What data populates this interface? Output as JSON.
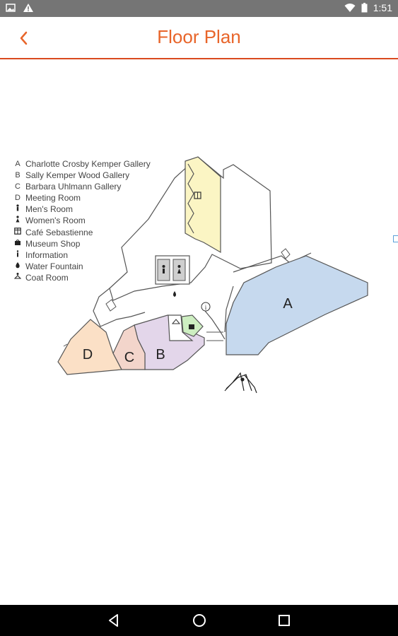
{
  "status_bar": {
    "time": "1:51",
    "left_icons": [
      "image-icon",
      "warning-icon"
    ],
    "right_icons": [
      "wifi-icon",
      "battery-icon"
    ]
  },
  "app_bar": {
    "back_icon": "chevron-left-icon",
    "title": "Floor Plan"
  },
  "legend": [
    {
      "symbol": "A",
      "label": "Charlotte Crosby Kemper Gallery"
    },
    {
      "symbol": "B",
      "label": "Sally Kemper Wood Gallery"
    },
    {
      "symbol": "C",
      "label": "Barbara Uhlmann Gallery"
    },
    {
      "symbol": "D",
      "label": "Meeting Room"
    },
    {
      "symbol": "men-icon",
      "label": "Men's Room"
    },
    {
      "symbol": "women-icon",
      "label": "Women's Room"
    },
    {
      "symbol": "cafe-icon",
      "label": "Café Sebastienne"
    },
    {
      "symbol": "shop-icon",
      "label": "Museum Shop"
    },
    {
      "symbol": "info-icon",
      "label": "Information"
    },
    {
      "symbol": "water-icon",
      "label": "Water Fountain"
    },
    {
      "symbol": "coat-icon",
      "label": "Coat Room"
    }
  ],
  "map": {
    "rooms": [
      {
        "id": "A",
        "label": "A",
        "color": "#c6d9ee"
      },
      {
        "id": "B",
        "label": "B",
        "color": "#e3d6ea"
      },
      {
        "id": "C",
        "label": "C",
        "color": "#f3d5cb"
      },
      {
        "id": "D",
        "label": "D",
        "color": "#fbe0c6"
      }
    ],
    "cafe_color": "#fbf5c4",
    "shop_color": "#cdeec1",
    "restroom_color": "#cfcfcf"
  },
  "colors": {
    "accent": "#e8652a",
    "divider": "#d94a1e",
    "status_bar": "#757575",
    "nav_bar": "#000000"
  },
  "nav_bar": {
    "back_icon": "triangle-back-icon",
    "home_icon": "circle-home-icon",
    "recents_icon": "square-recents-icon"
  }
}
